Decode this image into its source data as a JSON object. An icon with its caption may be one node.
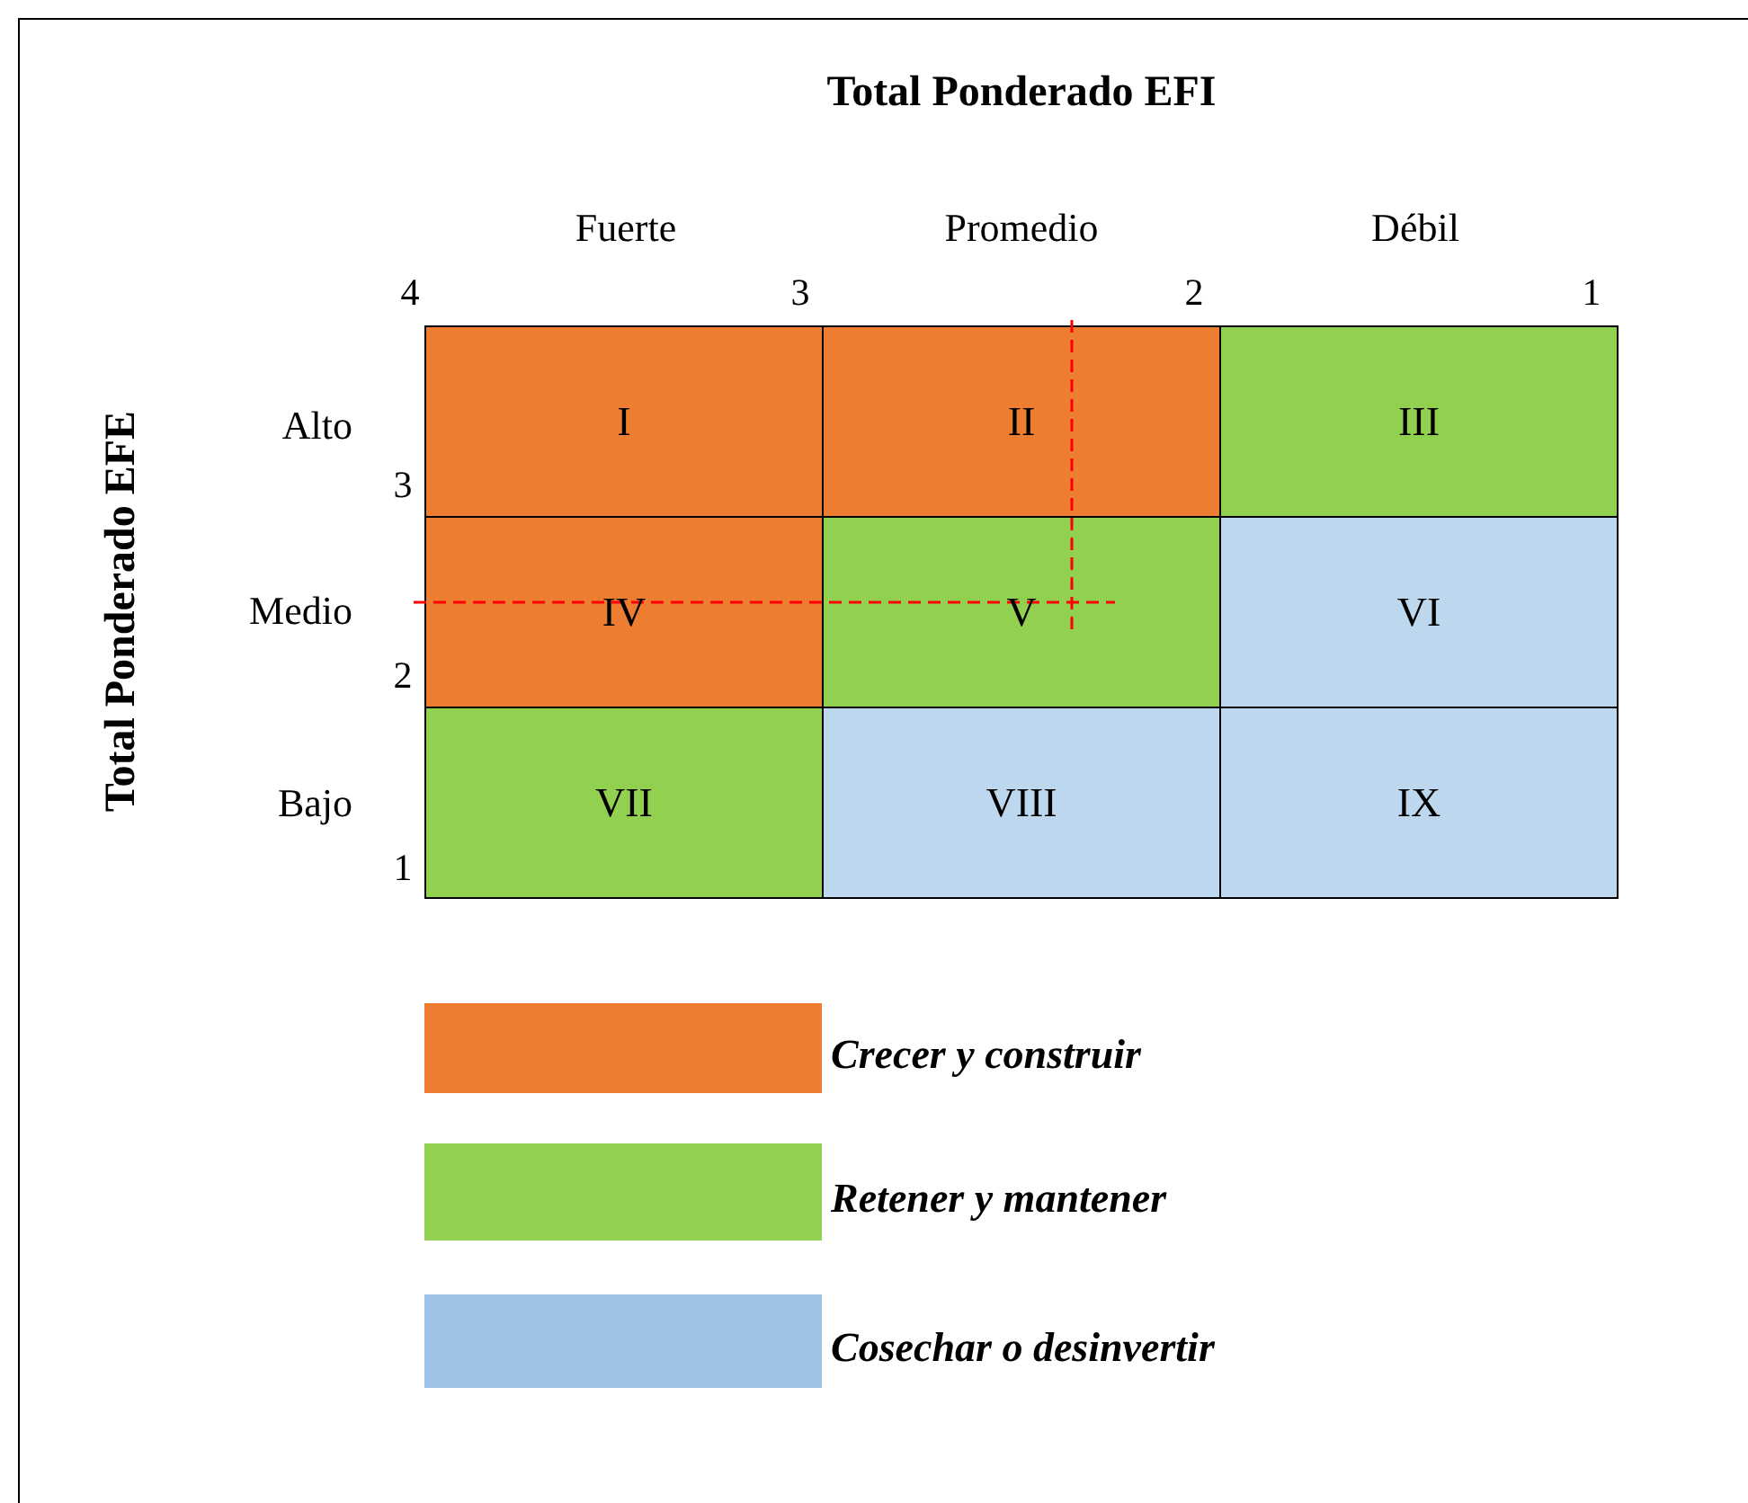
{
  "diagram": {
    "nodes": [
      {
        "text": [
          "I"
        ]
      },
      {
        "text": [
          "II"
        ]
      },
      {
        "text": [
          "III"
        ]
      },
      {
        "text": [
          "IV"
        ]
      },
      {
        "text": [
          "V"
        ]
      },
      {
        "text": [
          "VI"
        ]
      },
      {
        "text": [
          "VII"
        ]
      },
      {
        "text": [
          "VIII"
        ]
      },
      {
        "text": [
          "IX"
        ]
      }
    ],
    "labels": [
      "Total Ponderado EFI",
      "Fuerte",
      "Promedio",
      "Débil",
      "4",
      "3",
      "2",
      "1",
      "Total Ponderado EFE",
      "Alto",
      "3",
      "Medio",
      "2",
      "Bajo",
      "1"
    ],
    "legend": [
      {
        "text": "Crecer y construir",
        "color": "#ed7d31"
      },
      {
        "text": "Retener y mantener",
        "color": "#92d050"
      },
      {
        "text": "Cosechar o desinvertir",
        "color": "#9dc3e6"
      }
    ]
  }
}
